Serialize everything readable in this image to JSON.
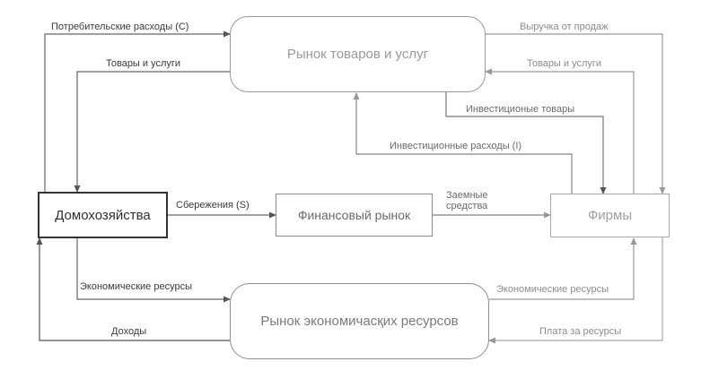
{
  "nodes": {
    "goods_market": "Рынок товаров и услуг",
    "households": "Домохозяйства",
    "financial_market": "Финансовый рынок",
    "firms": "Фирмы",
    "resource_market": "Рынок экономичасқих ресурсов"
  },
  "flows": {
    "consumer_spending": "Потребительские расходы (C)",
    "goods_to_households": "Товары и услуги",
    "sales_revenue": "Выручка от продаж",
    "goods_from_firms": "Товары и услуги",
    "investment_goods": "Инвестиционые товары",
    "investment_spending": "Инвестиционные расходы (I)",
    "savings": "Сбережения (S)",
    "borrowed_funds_1": "Заемные",
    "borrowed_funds_2": "средства",
    "resources_from_households": "Экономические ресурсы",
    "income": "Доходы",
    "resources_to_firms": "Экономические ресурсы",
    "resource_payment": "Плата за ресурсы"
  }
}
